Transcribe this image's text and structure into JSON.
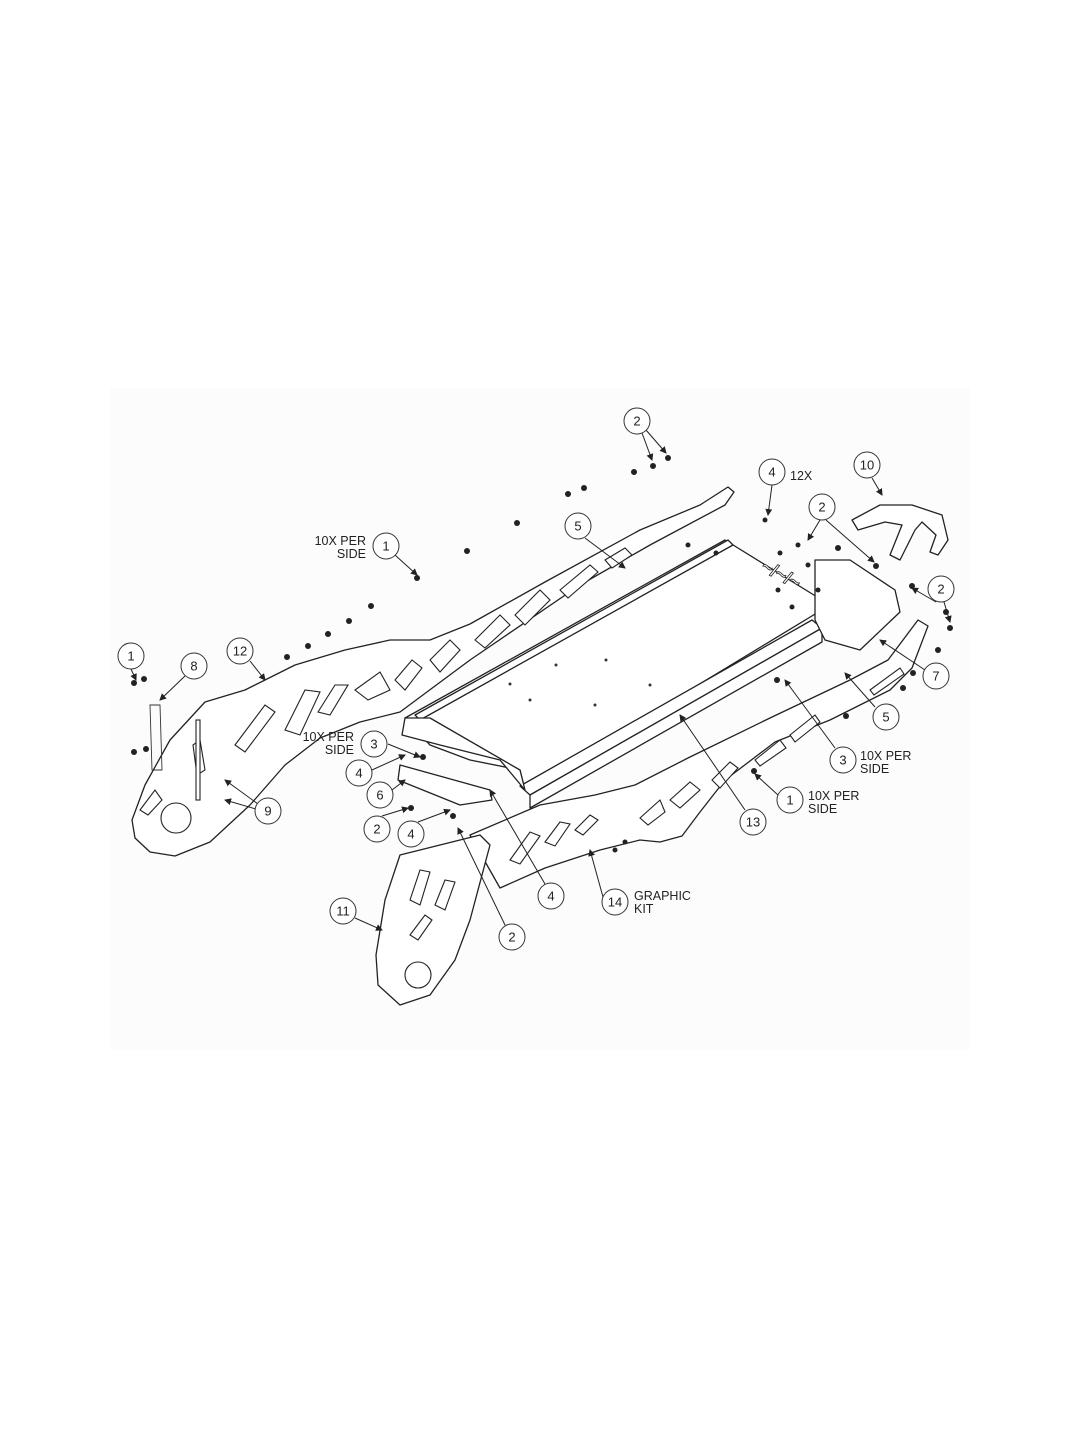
{
  "diagram": {
    "type": "exploded-parts-diagram",
    "callouts": [
      {
        "number": "2"
      },
      {
        "number": "4",
        "note": "12X"
      },
      {
        "number": "10"
      },
      {
        "number": "2"
      },
      {
        "number": "1",
        "note_lines": [
          "10X PER",
          "SIDE"
        ]
      },
      {
        "number": "5"
      },
      {
        "number": "2"
      },
      {
        "number": "1"
      },
      {
        "number": "8"
      },
      {
        "number": "12"
      },
      {
        "number": "7"
      },
      {
        "number": "5"
      },
      {
        "number": "3",
        "note_lines": [
          "10X PER",
          "SIDE"
        ]
      },
      {
        "number": "4"
      },
      {
        "number": "6"
      },
      {
        "number": "9"
      },
      {
        "number": "3",
        "note_lines": [
          "10X PER",
          "SIDE"
        ]
      },
      {
        "number": "1",
        "note_lines": [
          "10X PER",
          "SIDE"
        ]
      },
      {
        "number": "13"
      },
      {
        "number": "2"
      },
      {
        "number": "4"
      },
      {
        "number": "4"
      },
      {
        "number": "14",
        "note_lines": [
          "GRAPHIC",
          "KIT"
        ]
      },
      {
        "number": "11"
      },
      {
        "number": "2"
      }
    ]
  }
}
